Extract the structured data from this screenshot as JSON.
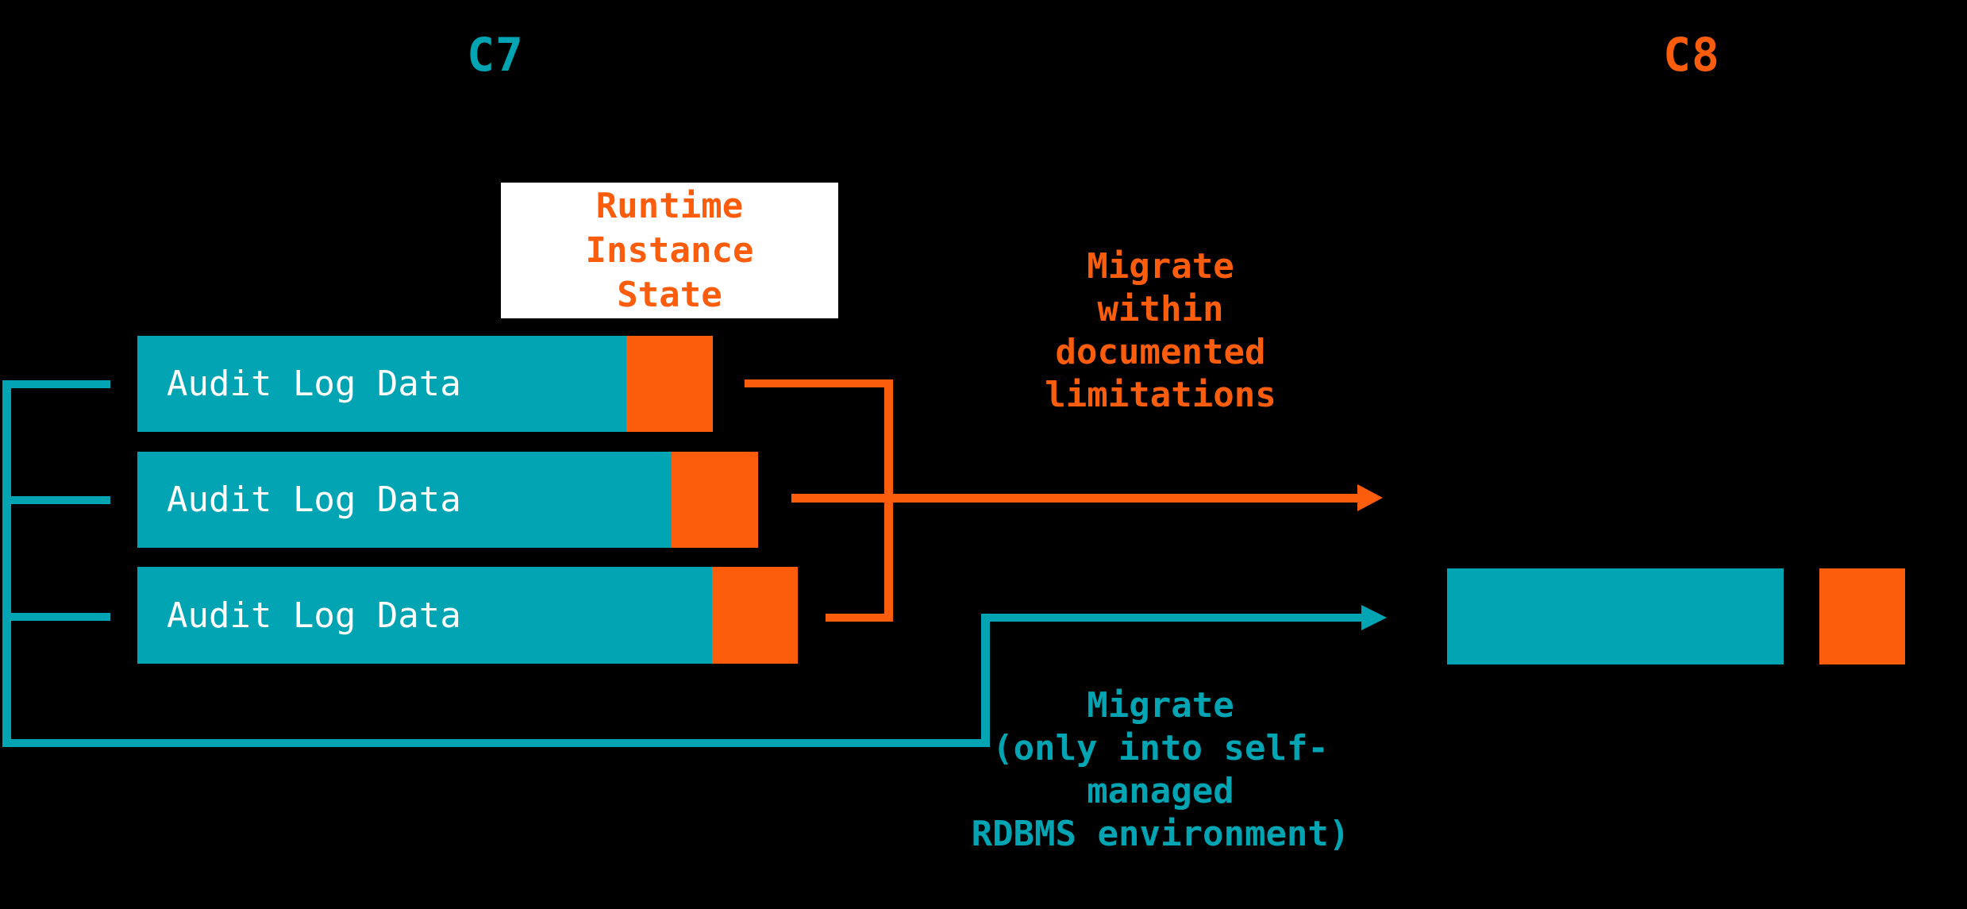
{
  "titles": {
    "source": "C7",
    "target": "C8"
  },
  "colors": {
    "background": "#000000",
    "teal": "#00A4B2",
    "orange": "#FB5D0D",
    "white": "#FFFFFF"
  },
  "runtime_box": {
    "lines": [
      "Runtime",
      "Instance",
      "State"
    ]
  },
  "bars": [
    {
      "label": "Audit Log Data"
    },
    {
      "label": "Audit Log Data"
    },
    {
      "label": "Audit Log Data"
    }
  ],
  "migrate_orange": {
    "lines": [
      "Migrate",
      "within",
      "documented",
      "limitations"
    ]
  },
  "migrate_teal": {
    "lines": [
      "Migrate",
      "(only into self-",
      "managed",
      "RDBMS environment)"
    ]
  }
}
